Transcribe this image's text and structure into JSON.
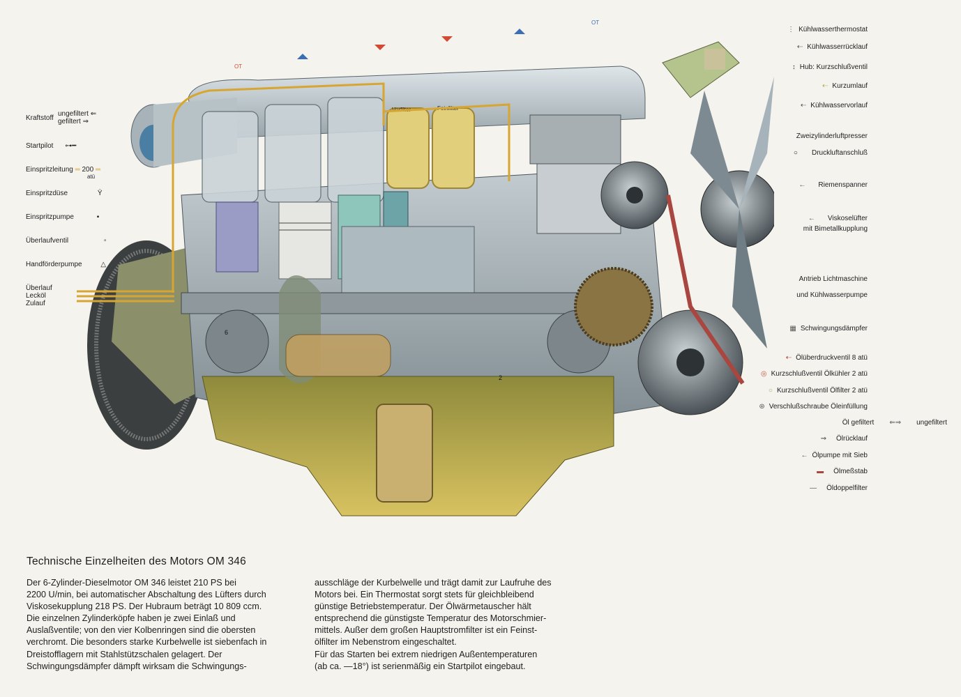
{
  "diagram": {
    "tdc_labels": [
      "OT",
      "OT"
    ],
    "left_labels": {
      "kraftstoff": "Kraftstoff",
      "ungefiltert": "ungefiltert",
      "gefiltert": "gefiltert",
      "startpilot": "Startpilot",
      "einspritzleitung": "Einspritzleitung",
      "pressure": "200",
      "pressure_unit": "atü",
      "einspritzduese": "Einspritzdüse",
      "einspritzpumpe": "Einspritzpumpe",
      "ueberlaufventil": "Überlaufventil",
      "handfoerderpumpe": "Handförderpumpe",
      "ueberlauf": "Überlauf",
      "leckoel": "Lecköl",
      "zulauf": "Zulauf"
    },
    "part_labels": {
      "vorfilter": "Vorfilter",
      "feinfilter": "Feinfilter",
      "cyl6": "6",
      "cyl2": "2"
    },
    "right_labels": [
      {
        "text": "Kühlwasserthermostat",
        "symbol": "⋮"
      },
      {
        "text": "Kühlwasserrücklauf",
        "symbol": "⇠"
      },
      {
        "text": "Hub: Kurzschlußventil",
        "symbol": "↕"
      },
      {
        "text": "Kurzumlauf",
        "symbol": "⇠"
      },
      {
        "text": "Kühlwasservorlauf",
        "symbol": "⇠"
      },
      {
        "text": "Zweizylinderluftpresser",
        "symbol": ""
      },
      {
        "text": "Druckluftanschluß",
        "symbol": "○"
      },
      {
        "text": "Riemenspanner",
        "symbol": "←"
      },
      {
        "text": "Viskoselüfter",
        "symbol": "←"
      },
      {
        "text": "mit Bimetallkupplung",
        "symbol": ""
      },
      {
        "text": "Antrieb Lichtmaschine",
        "symbol": ""
      },
      {
        "text": "und Kühlwasserpumpe",
        "symbol": ""
      },
      {
        "text": "Schwingungsdämpfer",
        "symbol": "▦"
      },
      {
        "text": "Ölüberdruckventil 8 atü",
        "symbol": "⇠"
      },
      {
        "text": "Kurzschlußventil Ölkühler 2 atü",
        "symbol": "◎"
      },
      {
        "text": "Kurzschlußventil Ölfilter 2 atü",
        "symbol": "○"
      },
      {
        "text": "Verschlußschraube Öleinfüllung",
        "symbol": "⊛"
      },
      {
        "text": "Öl gefiltert",
        "symbol": "⇐⇒"
      },
      {
        "text": "ungefiltert",
        "symbol": ""
      },
      {
        "text": "Ölrücklauf",
        "symbol": "⇝"
      },
      {
        "text": "Ölpumpe mit Sieb",
        "symbol": "←"
      },
      {
        "text": "Ölmeßstab",
        "symbol": "▬"
      },
      {
        "text": "Öldoppelfilter",
        "symbol": "—"
      }
    ]
  },
  "article": {
    "heading": "Technische Einzelheiten des Motors OM 346",
    "col1": [
      "Der 6-Zylinder-Dieselmotor OM 346 leistet 210 PS bei",
      "2200 U/min, bei automatischer Abschaltung des Lüfters durch",
      "Viskosekupplung 218 PS. Der Hubraum beträgt 10 809 ccm.",
      "Die einzelnen Zylinderköpfe haben je zwei Einlaß und",
      "Auslaßventile; von den vier Kolbenringen sind die obersten",
      "verchromt. Die besonders starke Kurbelwelle ist siebenfach in",
      "Dreistofflagern mit Stahlstützschalen gelagert. Der",
      "Schwingungsdämpfer dämpft wirksam die Schwingungs-"
    ],
    "col2": [
      "ausschläge der Kurbelwelle und trägt damit zur Laufruhe des",
      "Motors bei. Ein Thermostat sorgt stets für gleichbleibend",
      "günstige Betriebstemperatur. Der Ölwärmetauscher hält",
      "entsprechend die günstigste Temperatur des Motorschmier-",
      "mittels. Außer dem großen Hauptstromfilter ist ein Feinst-",
      "ölfilter im Nebenstrom eingeschaltet.",
      "Für das Starten bei extrem niedrigen Außentemperaturen",
      "(ab ca. —18°) ist serienmäßig ein Startpilot eingebaut."
    ]
  },
  "colors": {
    "block": "#9aa6ab",
    "pan": "#c9b24a",
    "fuel_line": "#d7a531",
    "coolant": "#c47a5f",
    "oil": "#6f6a2c"
  }
}
